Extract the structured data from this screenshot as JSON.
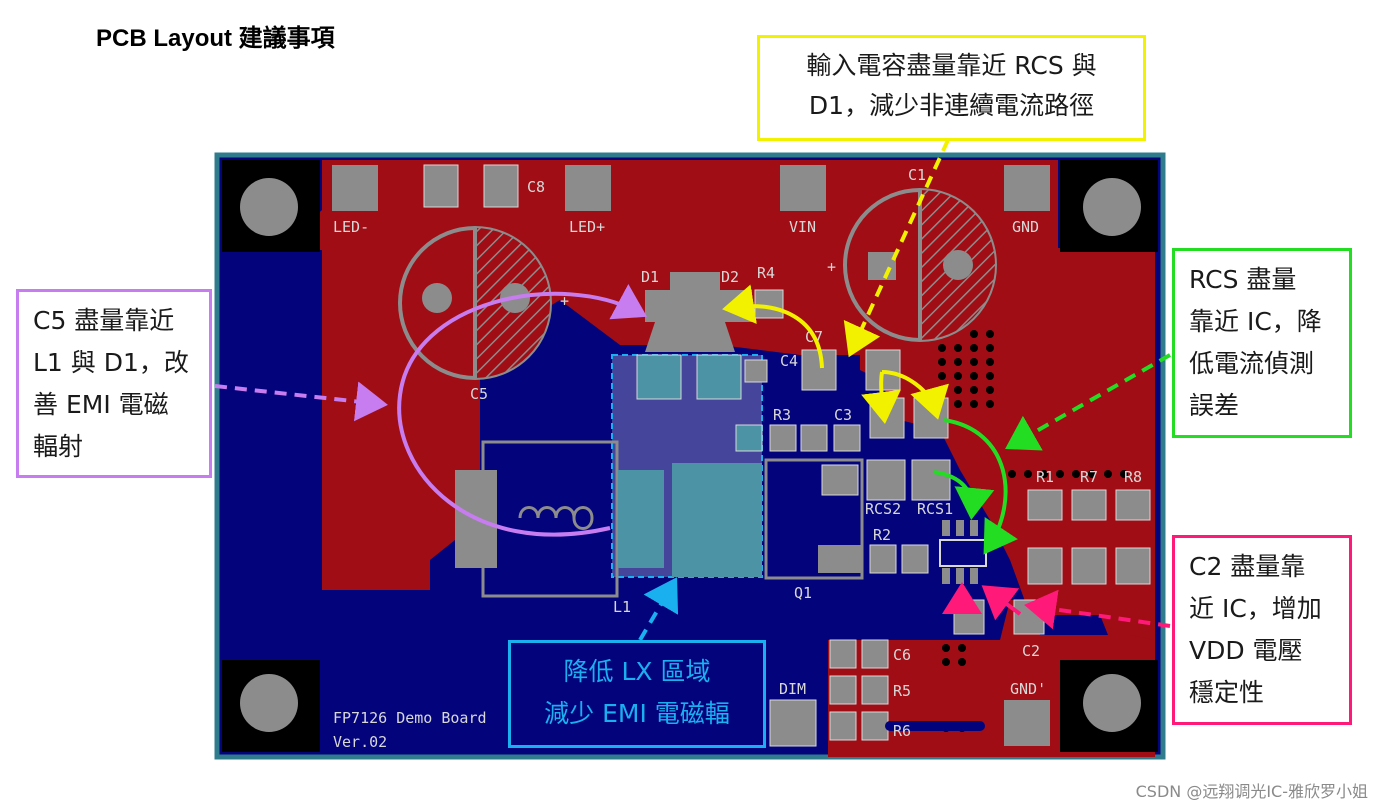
{
  "title": "PCB Layout 建議事項",
  "callouts": {
    "input_cap": {
      "lines": [
        "輸入電容盡量靠近 RCS 與",
        "D1，減少非連續電流路徑"
      ],
      "color": "#f2f200"
    },
    "c5": {
      "lines": [
        "C5 盡量靠近",
        "L1 與 D1，改",
        "善 EMI 電磁",
        "輻射"
      ],
      "color": "#c77df0"
    },
    "rcs": {
      "lines": [
        "RCS 盡量",
        "靠近 IC，降",
        "低電流偵測",
        "誤差"
      ],
      "color": "#22dd22"
    },
    "c2": {
      "lines": [
        "C2 盡量靠",
        "近 IC，增加",
        "VDD 電壓",
        "穩定性"
      ],
      "color": "#ff1a7a"
    },
    "lx": {
      "lines": [
        "降低 LX 區域",
        "減少 EMI 電磁輻"
      ],
      "color": "#1ab0f0"
    }
  },
  "board": {
    "labels": {
      "c8": "C8",
      "led_minus": "LED-",
      "led_plus": "LED+",
      "vin": "VIN",
      "gnd": "GND",
      "c1": "C1",
      "d1": "D1",
      "d2": "D2",
      "r4": "R4",
      "c7": "C7",
      "c4": "C4",
      "r3": "R3",
      "c3": "C3",
      "c5": "C5",
      "rcs2": "RCS2",
      "rcs1": "RCS1",
      "r2": "R2",
      "q1": "Q1",
      "l1": "L1",
      "r1": "R1",
      "r7": "R7",
      "r8": "R8",
      "c2": "C2",
      "c6": "C6",
      "r5": "R5",
      "r6": "R6",
      "dim": "DIM",
      "gnd2": "GND'",
      "plus1": "+",
      "plus2": "+"
    },
    "board_name": "FP7126 Demo Board",
    "board_ver": "Ver.02",
    "colors": {
      "red": "#a00d14",
      "blue": "#03037c",
      "frame": "#2f7d8c",
      "pad": "#8c8c8c",
      "teal": "#4d93a6"
    }
  },
  "watermark": "CSDN @远翔调光IC-雅欣罗小姐"
}
